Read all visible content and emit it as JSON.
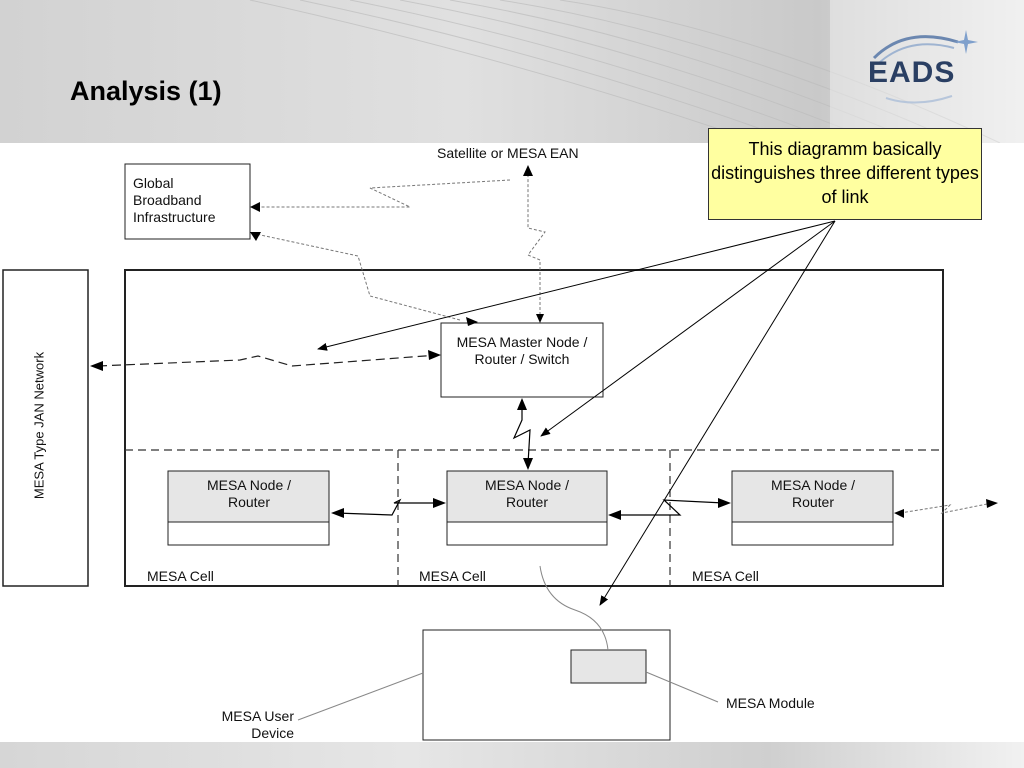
{
  "slide": {
    "title": "Analysis (1)",
    "logo_text": "EADS"
  },
  "callout": {
    "text": "This diagramm basically distinguishes three different types of link"
  },
  "nodes": {
    "satellite": "Satellite or MESA EAN",
    "global_infra": "Global Broadband Infrastructure",
    "jan_network": "MESA Type JAN Network",
    "master_node": "MESA Master Node / Router / Switch",
    "node_left": "MESA Node / Router",
    "node_center": "MESA Node / Router",
    "node_right": "MESA Node / Router",
    "cell_left": "MESA Cell",
    "cell_center": "MESA Cell",
    "cell_right": "MESA Cell",
    "user_device": "MESA User Device",
    "module": "MESA Module"
  },
  "colors": {
    "callout_bg": "#ffffa0",
    "node_fill": "#e6e6e6",
    "logo_blue": "#2a3f63"
  }
}
